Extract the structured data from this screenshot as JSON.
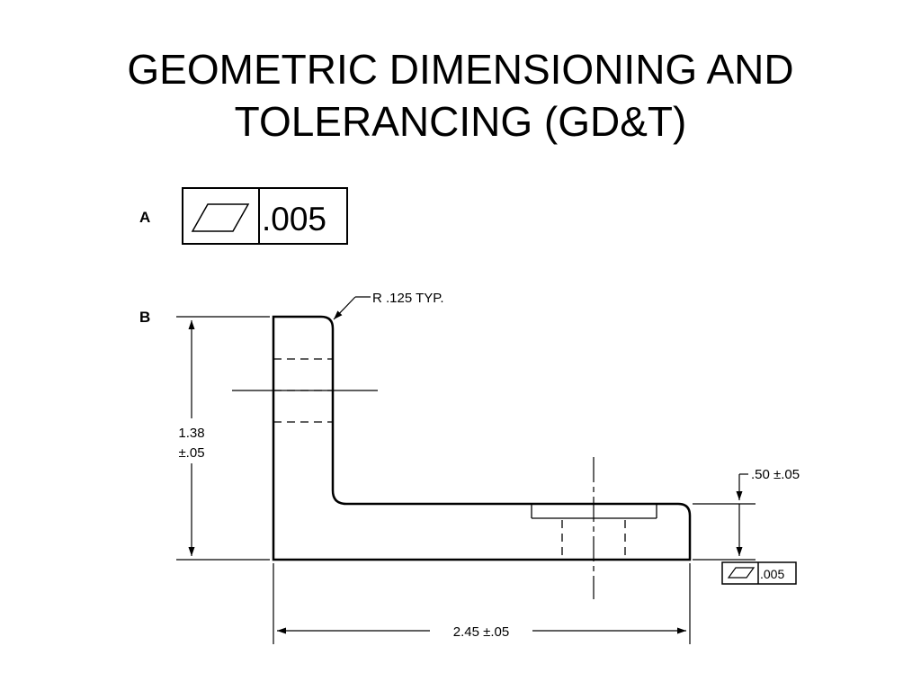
{
  "slide": {
    "title_line1": "GEOMETRIC DIMENSIONING AND",
    "title_line2": "TOLERANCING (GD&T)"
  },
  "figure_a": {
    "label": "A",
    "control_frame": {
      "symbol": "flatness-icon",
      "tolerance": ".005"
    }
  },
  "figure_b": {
    "label": "B",
    "radius_note": "R .125 TYP.",
    "height_value": "1.38",
    "height_tolerance": "±.05",
    "thickness_dim": ".50 ±.05",
    "length_dim": "2.45 ±.05",
    "control_frame": {
      "symbol": "flatness-icon",
      "tolerance": ".005"
    }
  },
  "colors": {
    "ink": "#000000",
    "background": "#ffffff"
  }
}
